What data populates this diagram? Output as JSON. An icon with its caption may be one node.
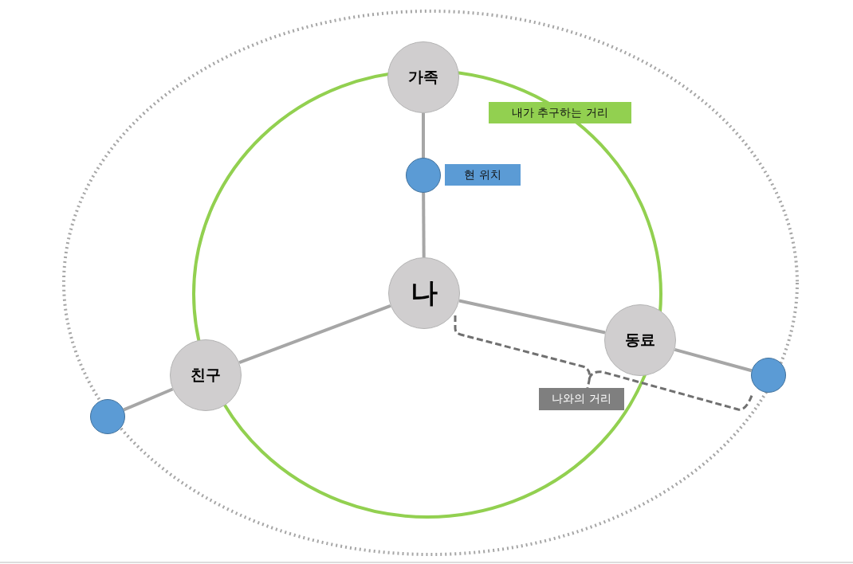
{
  "diagram": {
    "nodes": [
      {
        "text": [
          "나"
        ]
      },
      {
        "text": [
          "가족"
        ]
      },
      {
        "text": [],
        "shape": "circle"
      },
      {
        "text": [
          "친구"
        ]
      },
      {
        "text": [],
        "shape": "circle"
      },
      {
        "text": [
          "동료"
        ]
      },
      {
        "text": [],
        "shape": "circle"
      },
      {
        "text": [
          "내가 추구하는 거리"
        ]
      },
      {
        "text": [
          "현 위치"
        ]
      },
      {
        "text": [
          "나와의 거리"
        ]
      }
    ],
    "edges": [
      {
        "from": 0,
        "to": 2,
        "arrow": "none"
      },
      {
        "from": 2,
        "to": 1,
        "arrow": "none"
      },
      {
        "from": 0,
        "to": 3,
        "arrow": "none"
      },
      {
        "from": 3,
        "to": 4,
        "arrow": "none"
      },
      {
        "from": 0,
        "to": 5,
        "arrow": "none"
      },
      {
        "from": 5,
        "to": 6,
        "arrow": "none"
      }
    ]
  }
}
